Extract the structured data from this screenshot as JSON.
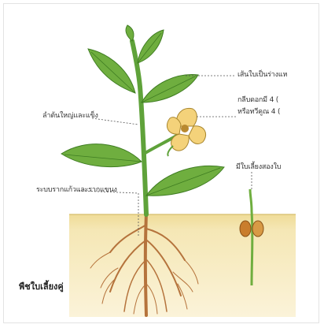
{
  "title": "พืชใบเลี้ยงคู่",
  "labels": {
    "leaf": "เส้นใบเป็นร่างแห",
    "petals_line1": "กลีบดอกมี 4 (",
    "petals_line2": "หรือทวีคูณ 4 (",
    "stem": "ลำต้นใหญ่และแข็ง",
    "cotyledon": "มีใบเลี้ยงสองใบ",
    "root": "ระบบรากแก้วและรากแขนง"
  },
  "colors": {
    "leaf": "#6fae3f",
    "leaf_dark": "#3f7d22",
    "stem": "#5fa23a",
    "flower": "#f4d27a",
    "flower_center": "#b8892f",
    "soil": "#f1e1a3",
    "root": "#b5733c",
    "seed": "#c97d2c"
  },
  "icons": {
    "plant": "dicot-plant-illustration",
    "seedling": "seedling-illustration"
  }
}
